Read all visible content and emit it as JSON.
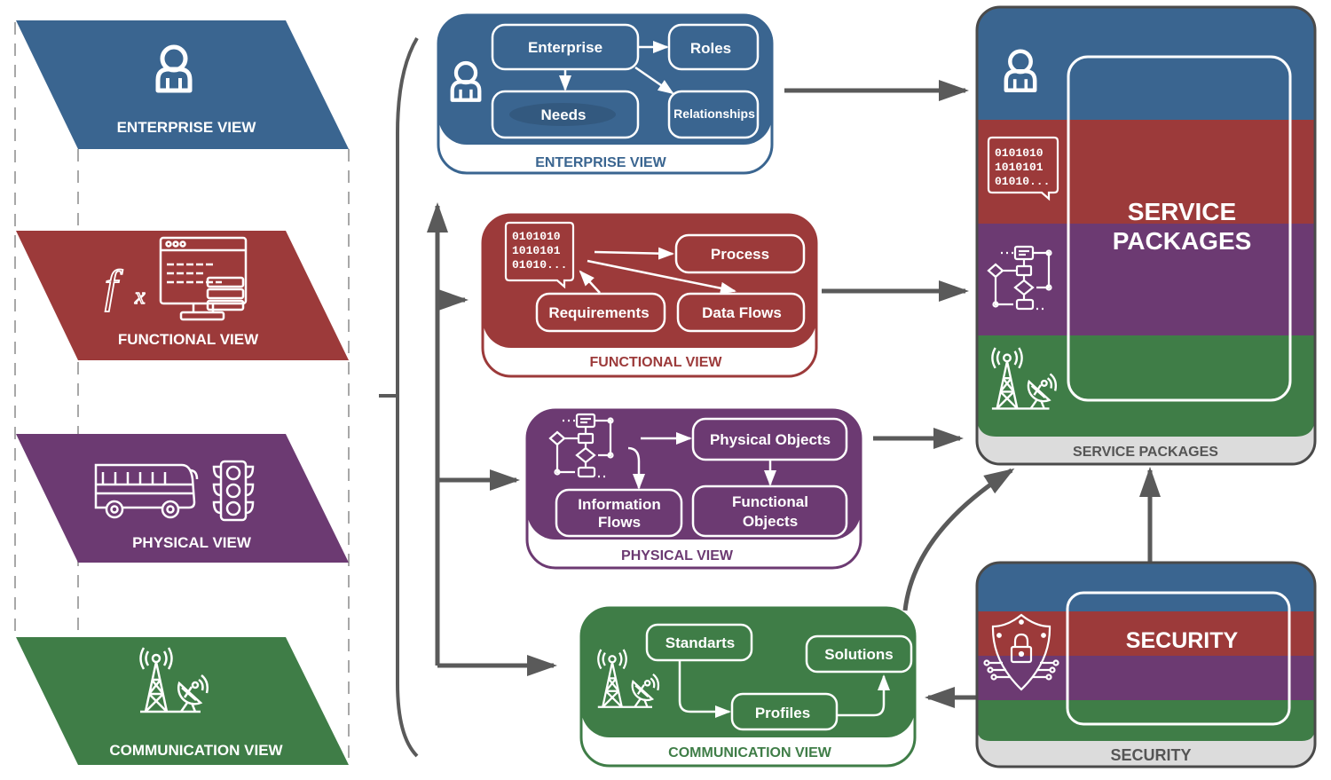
{
  "colors": {
    "blue": "#3a6590",
    "red": "#9c3a3a",
    "purple": "#6c3a72",
    "green": "#3f7d47",
    "gray": "#5a5a5a",
    "light_gray": "#dcdcdc",
    "white": "#ffffff"
  },
  "left_views": [
    {
      "label": "ENTERPRISE VIEW",
      "icon": "person-icon"
    },
    {
      "label": "FUNCTIONAL VIEW",
      "icon": "function-computer-icon"
    },
    {
      "label": "PHYSICAL VIEW",
      "icon": "bus-traffic-light-icon"
    },
    {
      "label": "COMMUNICATION VIEW",
      "icon": "antenna-satellite-icon"
    }
  ],
  "enterprise_panel": {
    "title": "ENTERPRISE VIEW",
    "nodes": {
      "enterprise": "Enterprise",
      "roles": "Roles",
      "needs": "Needs",
      "relationships": "Relationships"
    }
  },
  "functional_panel": {
    "title": "FUNCTIONAL VIEW",
    "binary": [
      "0101010",
      "1010101",
      "01010..."
    ],
    "nodes": {
      "process": "Process",
      "requirements": "Requirements",
      "data_flows": "Data Flows"
    }
  },
  "physical_panel": {
    "title": "PHYSICAL VIEW",
    "nodes": {
      "physical_objects": "Physical Objects",
      "information_flows": [
        "Information",
        "Flows"
      ],
      "functional_objects": [
        "Functional",
        "Objects"
      ]
    }
  },
  "communication_panel": {
    "title": "COMMUNICATION VIEW",
    "nodes": {
      "standarts": "Standarts",
      "solutions": "Solutions",
      "profiles": "Profiles"
    }
  },
  "service_packages": {
    "title_lines": [
      "SERVICE",
      "PACKAGES"
    ],
    "footer": "SERVICE PACKAGES",
    "binary": [
      "0101010",
      "1010101",
      "01010..."
    ]
  },
  "security": {
    "title": "SECURITY",
    "footer": "SECURITY"
  }
}
